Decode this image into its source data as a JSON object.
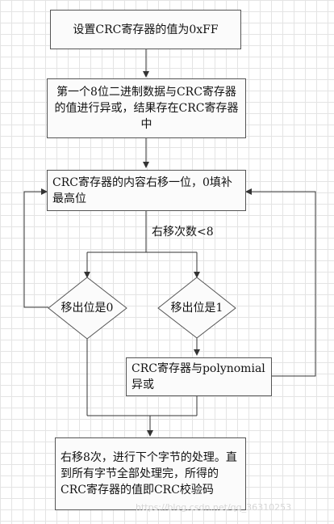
{
  "nodes": {
    "init": "设置CRC寄存器的值为0xFF",
    "xor_first_byte": "第一个8位二进制数据与CRC寄存器的值进行异或，结果存在CRC寄存器中",
    "shift_right": "CRC寄存器的内容右移一位，0填补最高位",
    "loop_condition": "右移次数<8",
    "bit_zero": "移出位是0",
    "bit_one": "移出位是1",
    "xor_polynomial": "CRC寄存器与polynomial异或",
    "finish": "右移8次，进行下个字节的处理。直到所有字节全部处理完，所得的CRC寄存器的值即CRC校验码"
  },
  "watermark": "https://blog.csdn.net/qq_36310253"
}
